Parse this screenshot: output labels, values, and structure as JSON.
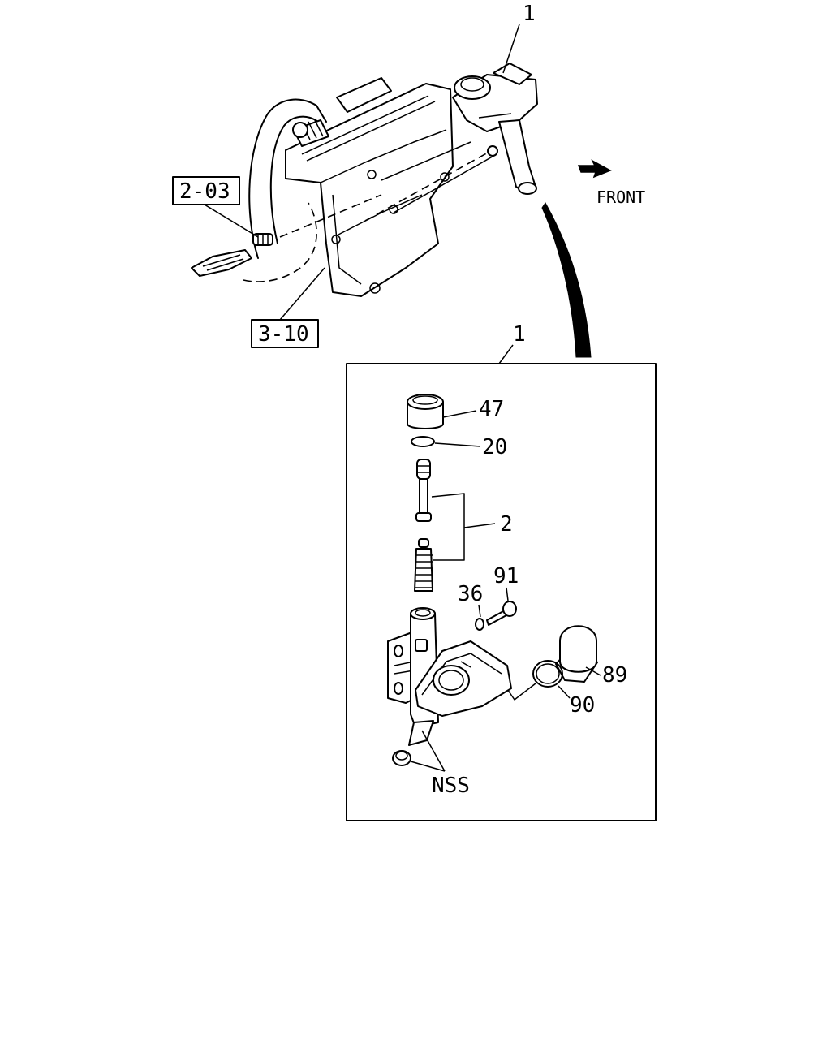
{
  "callouts": {
    "top_assembly": "1",
    "detail_assembly": "1",
    "ref_upper": "2-03",
    "ref_lower": "3-10",
    "direction": "FRONT",
    "cap": "47",
    "snap_ring": "20",
    "piston_kit": "2",
    "washer": "36",
    "bolt": "91",
    "reservoir_cap": "89",
    "seal_ring": "90",
    "not_serviced": "NSS"
  }
}
